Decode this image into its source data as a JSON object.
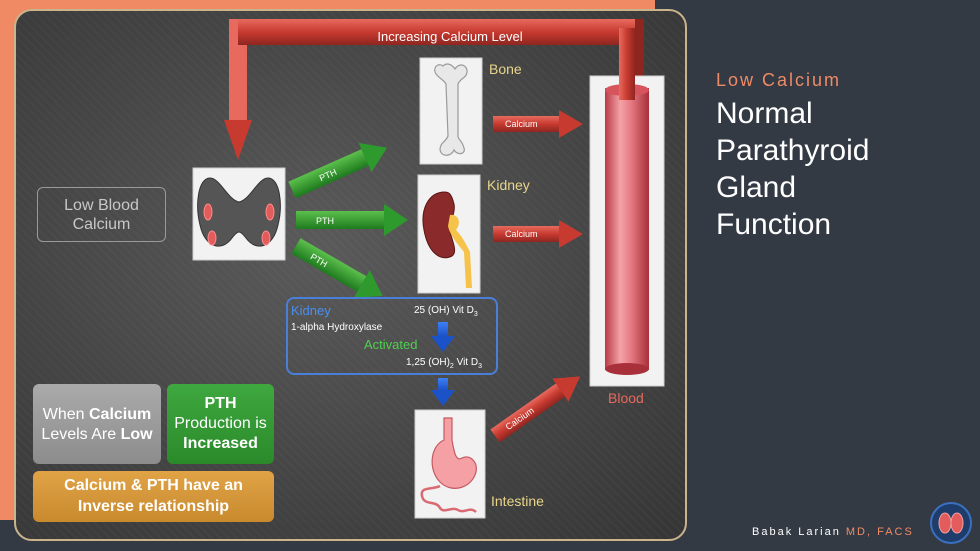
{
  "top_arrow_label": "Increasing Calcium Level",
  "low_blood_calcium": "Low Blood Calcium",
  "bone_label": "Bone",
  "kidney_label": "Kidney",
  "intestine_label": "Intestine",
  "blood_label": "Blood",
  "pth_arrow_labels": [
    "PTH",
    "PTH",
    "PTH"
  ],
  "calcium_arrow_labels": [
    "Calcium",
    "Calcium",
    "Calcium"
  ],
  "vitamin_box": {
    "kidney": "Kidney",
    "enzyme": "1-alpha Hydroxylase",
    "precursor": "25 (OH) Vit D",
    "precursor_sub": "3",
    "activated": "Activated",
    "product_prefix": "1,25 (OH)",
    "product_sub1": "2",
    "product_mid": " Vit D",
    "product_sub2": "3"
  },
  "when_box": {
    "line1_prefix": "When ",
    "line1_bold": "Calcium",
    "line2_prefix": "Levels Are ",
    "line2_bold": "Low"
  },
  "pth_box": {
    "line1": "PTH",
    "line2": "Production is",
    "line3": "Increased"
  },
  "relationship": {
    "line1": "Calcium & PTH have an",
    "line2": "Inverse relationship"
  },
  "title": {
    "subtitle": "Low Calcium",
    "lines": [
      "Normal",
      "Parathyroid",
      "Gland",
      "Function"
    ]
  },
  "author": {
    "name": "Babak Larian",
    "credentials": "MD, FACS"
  },
  "colors": {
    "orange_accent": "#ee8a66",
    "green": "#2e8b2e",
    "red_arrow": "#d9443a",
    "blue": "#4a7fd8",
    "yellow_label": "#e8d58a"
  }
}
